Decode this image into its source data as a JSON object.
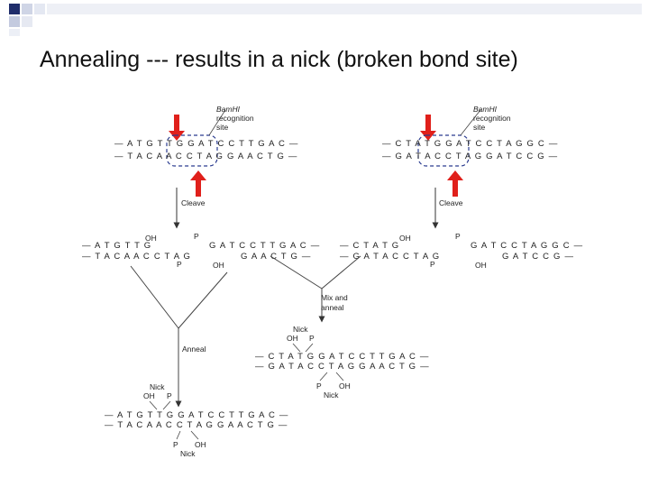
{
  "slide": {
    "title": "Annealing --- results in a nick (broken bond site)"
  },
  "diagram": {
    "enzyme_label_left": [
      "BamHI",
      "recognition",
      "site"
    ],
    "enzyme_label_right": [
      "BamHI",
      "recognition",
      "site"
    ],
    "top_left_strand_1": "— A T G T T G G A T C C T T G A C —",
    "top_left_strand_2": "— T A C A A C C T A G G A A C T G —",
    "top_right_strand_1": "— C T A T G G A T C C T A G G C —",
    "top_right_strand_2": "— G A T A C C T A G G A T C C G —",
    "cleave_label": "Cleave",
    "frag_l1_top": "— A T G T T G",
    "frag_l1_bottom": "— T A C A A C C T A G",
    "frag_l2_top": "G A T C C T T G A C —",
    "frag_l2_bottom": "G A A C T G —",
    "frag_r1_top": "— C T A T G",
    "frag_r1_bottom": "— G A T A C C T A G",
    "frag_r2_top": "G A T C C T A G G C —",
    "frag_r2_bottom": "G A T C C G —",
    "oh": "OH",
    "p": "P",
    "mix_label": [
      "Mix and",
      "anneal"
    ],
    "anneal_label": "Anneal",
    "nick": "Nick",
    "recomb_strand_1": "— C T A T G G A T C C T T G A C —",
    "recomb_strand_2": "— G A T A C C T A G G A A C T G —",
    "left_result_strand_1": "— A T G T T G G A T C C T T G A C —",
    "left_result_strand_2": "— T A C A A C C T A G G A A C T G —"
  },
  "colors": {
    "arrow_red": "#e0201b",
    "line": "#4a4a4a",
    "deco_navy": "#1f2d6b",
    "deco_tint": "#d6dbe9"
  }
}
